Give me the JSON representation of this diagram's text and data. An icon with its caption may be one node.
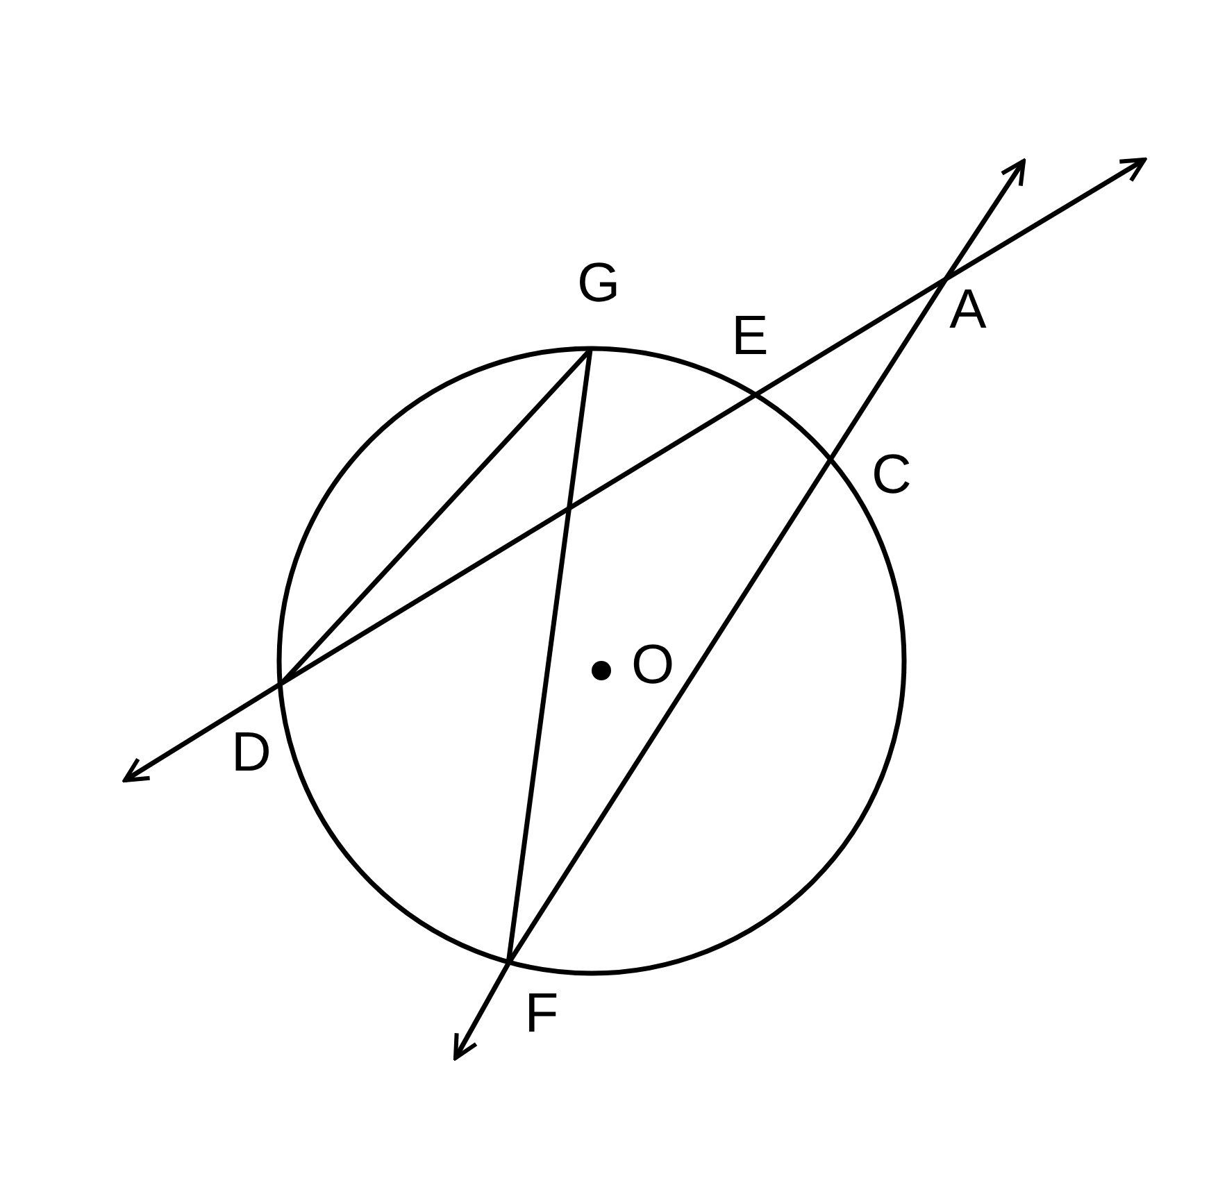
{
  "diagram": {
    "nodes": [
      {
        "text": [],
        "shape": "circle"
      },
      {
        "text": [
          "G"
        ]
      },
      {
        "text": [
          "E"
        ]
      },
      {
        "text": [
          "A"
        ]
      },
      {
        "text": [
          "C"
        ]
      },
      {
        "text": [
          "O"
        ],
        "in": 0
      },
      {
        "text": [
          "D"
        ]
      },
      {
        "text": [
          "F"
        ]
      }
    ],
    "edges": [
      {
        "from": 1,
        "to": 6,
        "arrow": "none"
      },
      {
        "from": 1,
        "to": 7,
        "arrow": "none"
      },
      {
        "from": 6,
        "to": null,
        "arrow": "to"
      },
      {
        "from": 6,
        "to": 3,
        "arrow": "none"
      },
      {
        "from": 3,
        "to": null,
        "arrow": "to"
      },
      {
        "from": 7,
        "to": null,
        "arrow": "to"
      },
      {
        "from": 7,
        "to": 3,
        "arrow": "none"
      },
      {
        "from": 3,
        "to": null,
        "arrow": "to"
      }
    ]
  }
}
